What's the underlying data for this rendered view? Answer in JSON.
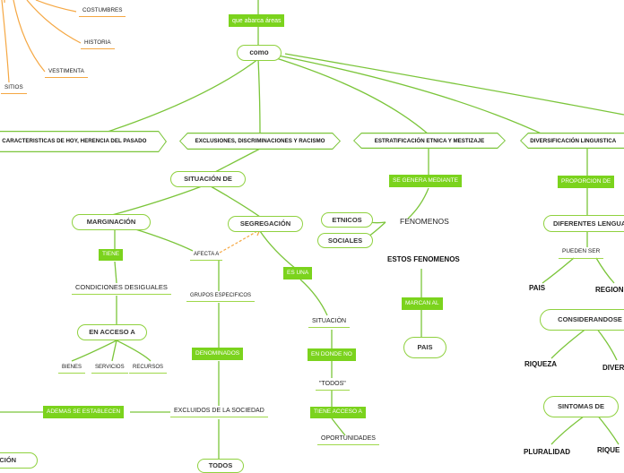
{
  "top_labels": {
    "costumbres": "COSTUMBRES",
    "historia": "HISTORIA",
    "vestimenta": "VESTIMENTA",
    "sitios": "SITIOS"
  },
  "abarca": "que abarca áreas",
  "como": "como",
  "branches": {
    "caracteristicas": "CARACTERISTICAS DE HOY, HERENCIA DEL PASADO",
    "exclusiones": "EXCLUSIONES, DISCRIMINACIONES Y RACISMO",
    "estratificacion": "ESTRATIFICACIÓN ETNICA Y MESTIZAJE",
    "diversificacion": "DIVERSIFICACIÓN LINGUISTICA"
  },
  "exclusiones_tree": {
    "situacion_de": "SITUACIÓN DE",
    "marginacion": "MARGINACIÓN",
    "segregacion": "SEGREGACIÓN",
    "tiene": "TIENE",
    "afecta_a": "AFECTA A",
    "condiciones": "CONDICIONES DESIGUALES",
    "en_acceso": "EN ACCESO A",
    "bienes": "BIENES",
    "servicios": "SERVICIOS",
    "recursos": "RECURSOS",
    "grupos": "GRUPOS ESPECIFICOS",
    "denominados": "DENOMINADOS",
    "excluidos": "EXCLUIDOS DE LA SOCIEDAD",
    "todos_bottom": "TODOS",
    "es_una": "ES UNA",
    "situacion": "SITUACIÒN",
    "en_donde_no": "EN DONDE NO",
    "todos_q": "\"TODOS\"",
    "tienen_acceso": "TIENE ACCESO A",
    "oportunidades": "OPORTUNIDADES",
    "ademas": "ADEMAS SE ESTABLECEN",
    "left_cut": "ACIÓN"
  },
  "estratificacion_tree": {
    "se_genera": "SE GENERA MEDIANTE",
    "etnicos": "ETNICOS",
    "sociales": "SOCIALES",
    "fenomenos": "FENOMENOS",
    "estos_fenomenos": "ESTOS FENOMENOS",
    "marcan_al": "MARCAN AL",
    "pais": "PAIS"
  },
  "diversificacion_tree": {
    "proporcion_de": "PROPORCION DE",
    "diferentes_lenguas": "DIFERENTES LENGUAS",
    "pueden_ser": "PUEDEN SER",
    "pais": "PAIS",
    "region": "REGION",
    "considerandose": "CONSIDERANDOSE",
    "riqueza": "RIQUEZA",
    "diver": "DIVER",
    "sintomas": "SINTOMAS DE",
    "pluralidad": "PLURALIDAD",
    "rique": "RIQUE"
  }
}
